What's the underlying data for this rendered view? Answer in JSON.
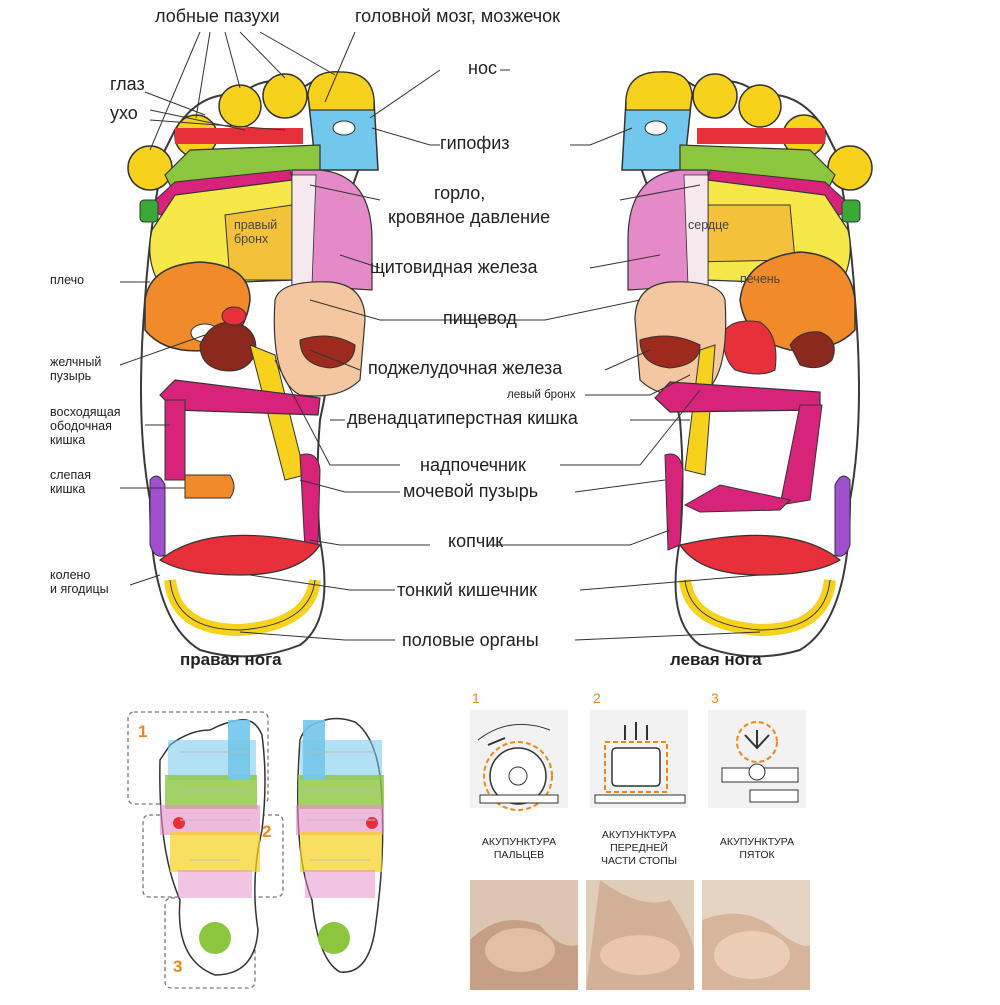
{
  "labels": {
    "frontal_sinuses": "лобные пазухи",
    "brain": "головной мозг, мозжечок",
    "nose": "нос",
    "eye": "глаз",
    "ear": "ухо",
    "pituitary": "гипофиз",
    "throat": "горло,",
    "blood_pressure": "кровяное давление",
    "right_bronchus": "правый\nбронх",
    "heart": "сердце",
    "shoulder": "плечо",
    "thyroid": "щитовидная железа",
    "liver": "печень",
    "esophagus": "пищевод",
    "gallbladder": "желчный\nпузырь",
    "pancreas": "поджелудочная железа",
    "left_bronchus": "левый бронх",
    "ascending_colon": "восходящая\nободочная\nкишка",
    "duodenum": "двенадцатиперстная кишка",
    "cecum": "слепая\nкишка",
    "adrenal": "надпочечник",
    "bladder": "мочевой пузырь",
    "coccyx": "копчик",
    "knee": "колено\nи ягодицы",
    "small_intestine": "тонкий кишечник",
    "genitals": "половые органы",
    "right_leg": "правая нога",
    "left_leg": "левая нога"
  },
  "steps": [
    {
      "number": "1",
      "caption": "АКУПУНКТУРА\nПАЛЬЦЕВ"
    },
    {
      "number": "2",
      "caption": "АКУПУНКТУРА\nПЕРЕДНЕЙ\nЧАСТИ СТОПЫ"
    },
    {
      "number": "3",
      "caption": "АКУПУНКТУРА\nПЯТОК"
    }
  ],
  "zones": [
    "1",
    "2",
    "3"
  ],
  "colors": {
    "accent_orange": "#e8891a",
    "yellow": "#f7d21c",
    "light_blue": "#72c7ec",
    "green": "#8cc63f",
    "pink": "#e48ac8",
    "orange": "#f08a2a",
    "red": "#e8303a",
    "magenta": "#d8237a",
    "peach": "#f4c7a0"
  }
}
